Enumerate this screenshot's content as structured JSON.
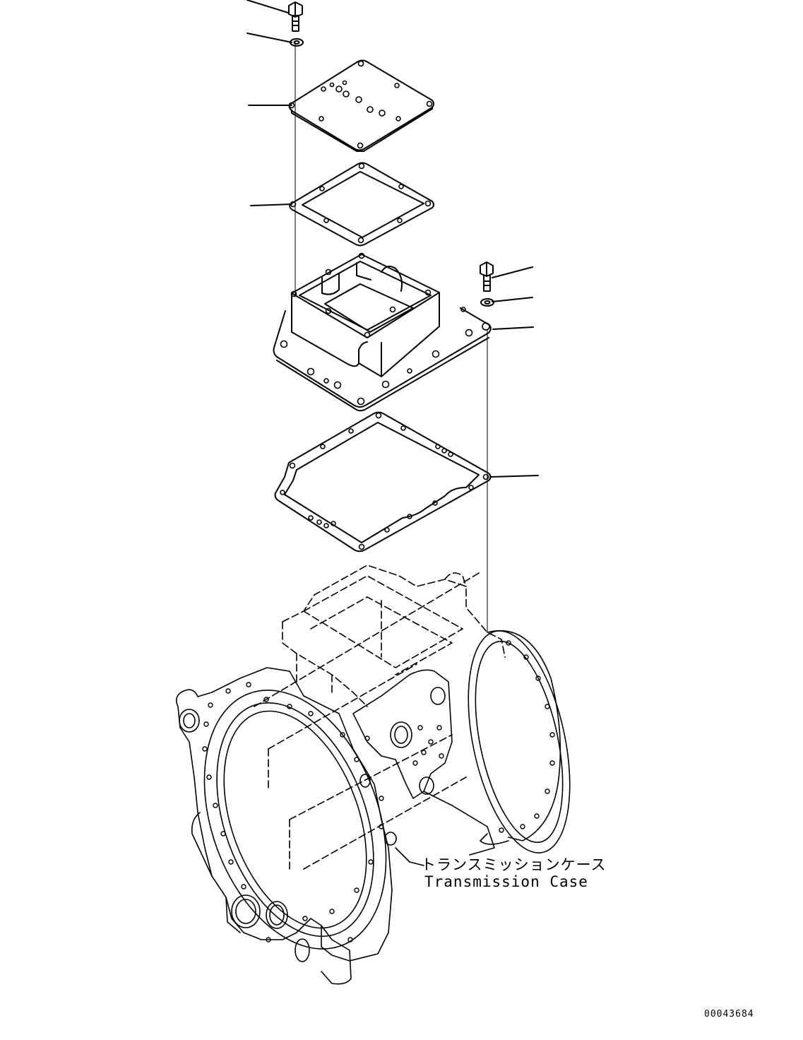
{
  "labels": {
    "case_name_jp": "トランスミッションケース",
    "case_name_en": "Transmission Case",
    "drawing_number": "00043684"
  },
  "leader_line_count": 9
}
